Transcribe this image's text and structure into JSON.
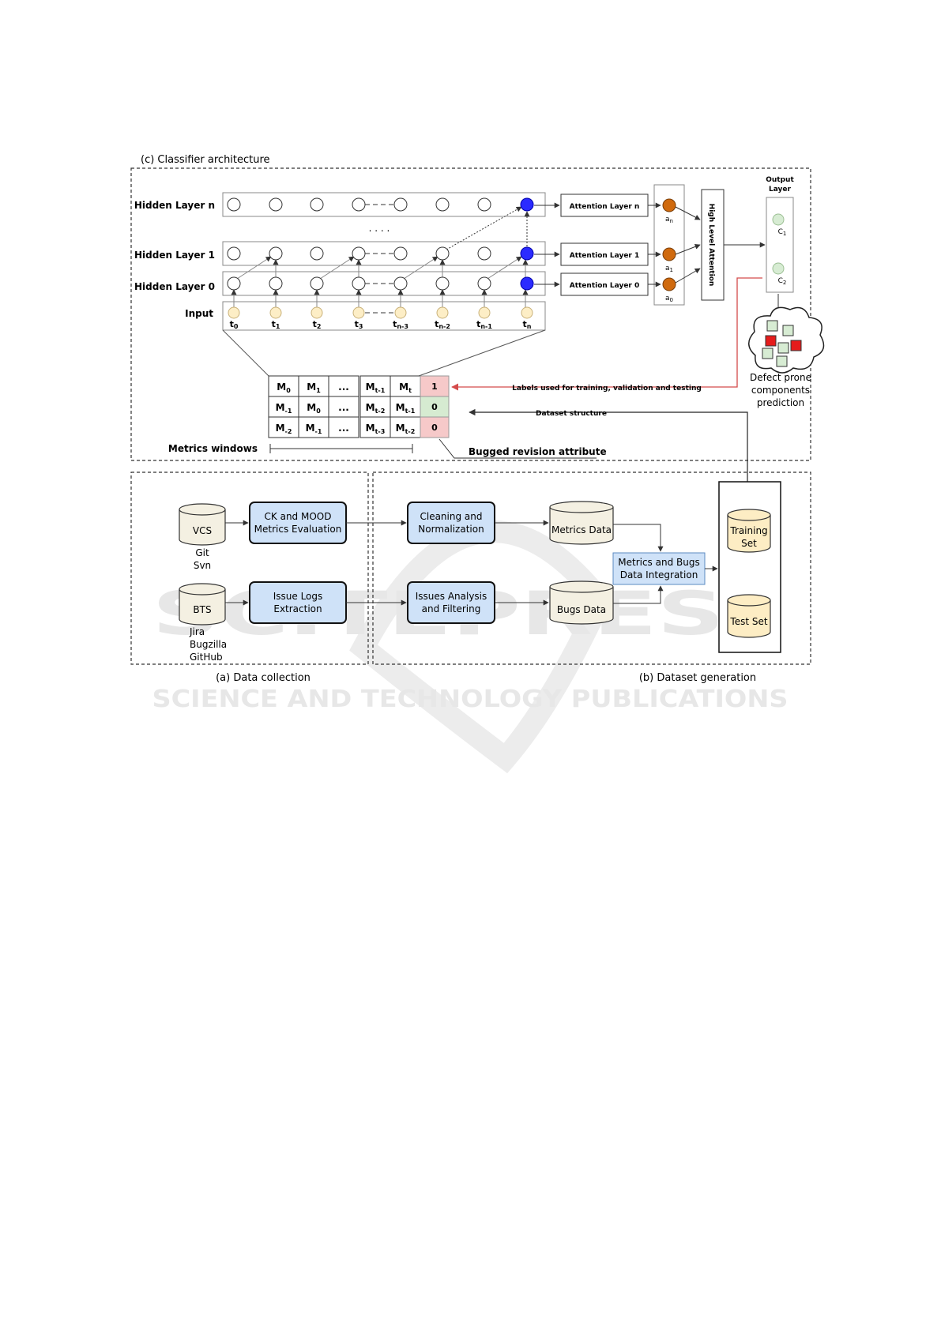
{
  "watermark": {
    "brand": "SCITEPRESS",
    "tagline": "SCIENCE AND TECHNOLOGY PUBLICATIONS"
  },
  "classifier": {
    "title": "(c) Classifier architecture",
    "rows": [
      "Hidden Layer  n",
      "Hidden Layer  1",
      "Hidden Layer 0",
      "Input"
    ],
    "ellipsis": ". . . .",
    "inputs": [
      "t",
      "t",
      "t",
      "t",
      "t",
      "t",
      "t",
      "t"
    ],
    "input_subs": [
      "0",
      "1",
      "2",
      "3",
      "n-3",
      "n-2",
      "n-1",
      "n"
    ],
    "attention": [
      "Attention Layer n",
      "Attention Layer 1",
      "Attention Layer 0"
    ],
    "attn_weights": [
      "a",
      "a",
      "a"
    ],
    "attn_subs": [
      "n",
      "1",
      "0"
    ],
    "high_level": "High Level Attention",
    "output_title": [
      "Output",
      "Layer"
    ],
    "classes": [
      "C",
      "C"
    ],
    "class_subs": [
      "1",
      "2"
    ],
    "prediction": [
      "Defect prone",
      "components",
      "prediction"
    ],
    "labels_note": "Labels used for training, validation and testing",
    "dataset_note": "Dataset structure",
    "metrics_windows": "Metrics windows",
    "bugged_attr": "Bugged revision attribute",
    "table": [
      [
        {
          "b": "M",
          "s": "0"
        },
        {
          "b": "M",
          "s": "1"
        },
        {
          "b": "...",
          "s": ""
        },
        {
          "b": "M",
          "s": "t-1"
        },
        {
          "b": "M",
          "s": "t"
        }
      ],
      [
        {
          "b": "M",
          "s": "-1"
        },
        {
          "b": "M",
          "s": "0"
        },
        {
          "b": "...",
          "s": ""
        },
        {
          "b": "M",
          "s": "t-2"
        },
        {
          "b": "M",
          "s": "t-1"
        }
      ],
      [
        {
          "b": "M",
          "s": "-2"
        },
        {
          "b": "M",
          "s": "-1"
        },
        {
          "b": "...",
          "s": ""
        },
        {
          "b": "M",
          "s": "t-3"
        },
        {
          "b": "M",
          "s": "t-2"
        }
      ]
    ],
    "labels": [
      "1",
      "0",
      "0"
    ]
  },
  "collection": {
    "caption": "(a) Data collection",
    "vcs": "VCS",
    "vcs_tools": [
      "Git",
      "Svn"
    ],
    "bts": "BTS",
    "bts_tools": [
      "Jira",
      "Bugzilla",
      "GitHub"
    ],
    "ck_mood": [
      "CK and MOOD",
      "Metrics Evaluation"
    ],
    "issue_logs": [
      "Issue Logs",
      "Extraction"
    ]
  },
  "generation": {
    "caption": "(b) Dataset generation",
    "cleaning": [
      "Cleaning and",
      "Normalization"
    ],
    "issues": [
      "Issues Analysis",
      "and Filtering"
    ],
    "metrics_data": "Metrics Data",
    "bugs_data": "Bugs Data",
    "integration": [
      "Metrics and Bugs",
      "Data Integration"
    ],
    "training": [
      "Training",
      "Set"
    ],
    "test": "Test Set"
  },
  "colors": {
    "process_fill": "#cfe2f8",
    "input_node": "#fdeec6",
    "active_node": "#2b2bff",
    "attn_node": "#d06a0e",
    "class_node": "#d7ecd3",
    "label_pos": "#f6c9c9",
    "label_neg": "#d6ebd1",
    "db_fill": "#f4f0e2",
    "set_fill": "#fdedc4",
    "red_arrow": "#d44b4b"
  }
}
